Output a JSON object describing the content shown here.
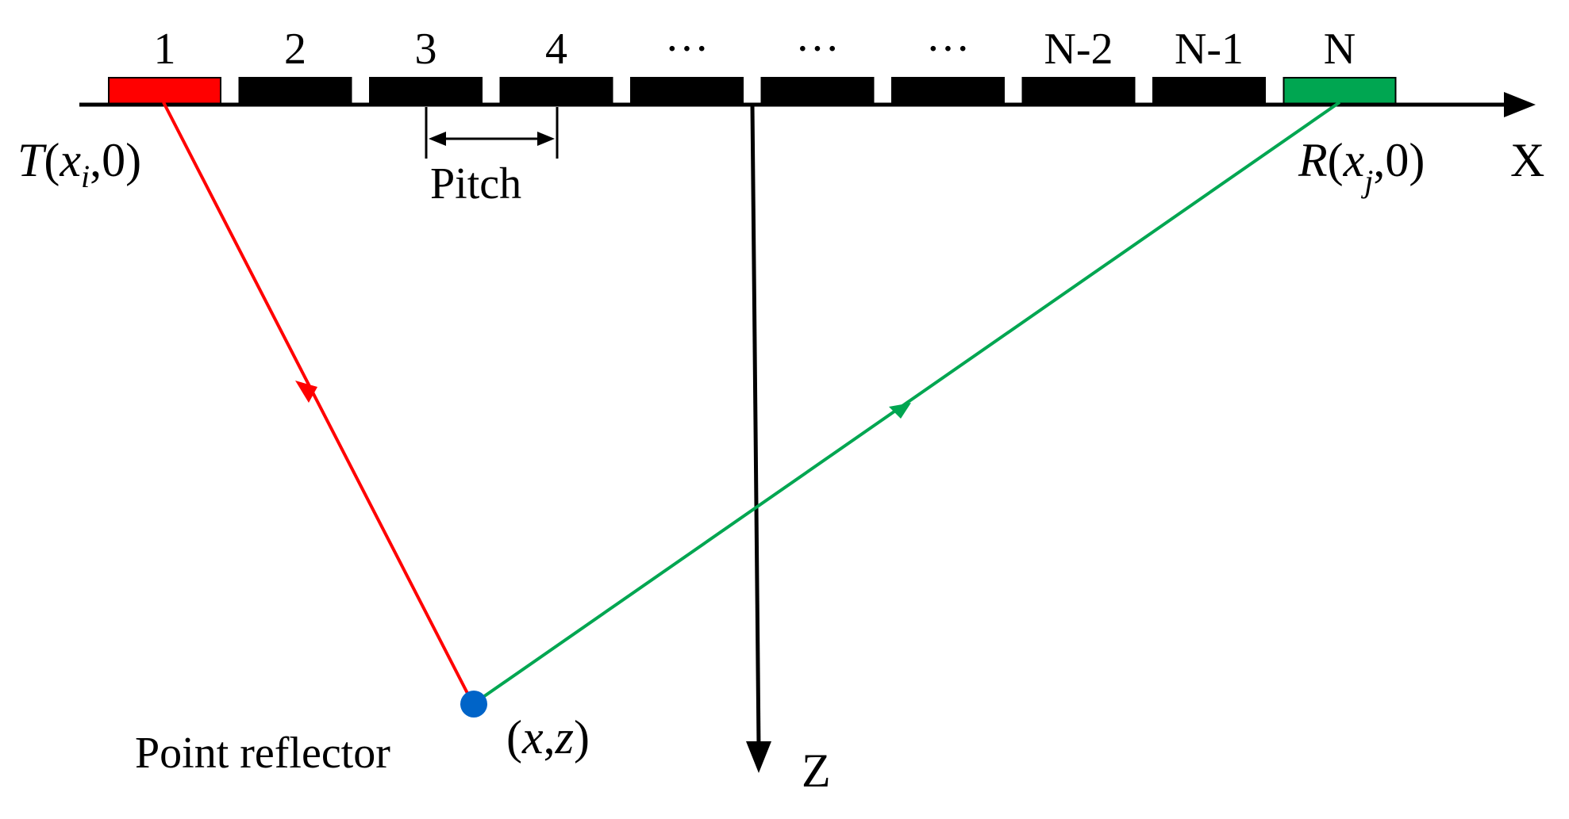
{
  "diagram": {
    "elements": [
      {
        "label": "1",
        "role": "transmit",
        "color": "#ff0000"
      },
      {
        "label": "2",
        "role": "idle",
        "color": "#000000"
      },
      {
        "label": "3",
        "role": "idle",
        "color": "#000000"
      },
      {
        "label": "4",
        "role": "idle",
        "color": "#000000"
      },
      {
        "label": "···",
        "role": "idle",
        "color": "#000000"
      },
      {
        "label": "···",
        "role": "idle",
        "color": "#000000"
      },
      {
        "label": "···",
        "role": "idle",
        "color": "#000000"
      },
      {
        "label": "N-2",
        "role": "idle",
        "color": "#000000"
      },
      {
        "label": "N-1",
        "role": "idle",
        "color": "#000000"
      },
      {
        "label": "N",
        "role": "receive",
        "color": "#00a651"
      }
    ],
    "pitch_label": "Pitch",
    "x_axis_label": "X",
    "z_axis_label": "Z",
    "transmitter": {
      "letter": "T",
      "open": "(",
      "var": "x",
      "sub": "i",
      "rest": ",0)"
    },
    "receiver": {
      "letter": "R",
      "open": "(",
      "var": "x",
      "sub": "j",
      "rest": ",0)"
    },
    "reflector": {
      "caption": "Point reflector",
      "open": "(",
      "x": "x",
      "comma": ",",
      "z": "z",
      "close": ")",
      "color": "#0064c8"
    },
    "colors": {
      "transmit_ray": "#ff0000",
      "receive_ray": "#00a651",
      "axis": "#000000"
    }
  }
}
